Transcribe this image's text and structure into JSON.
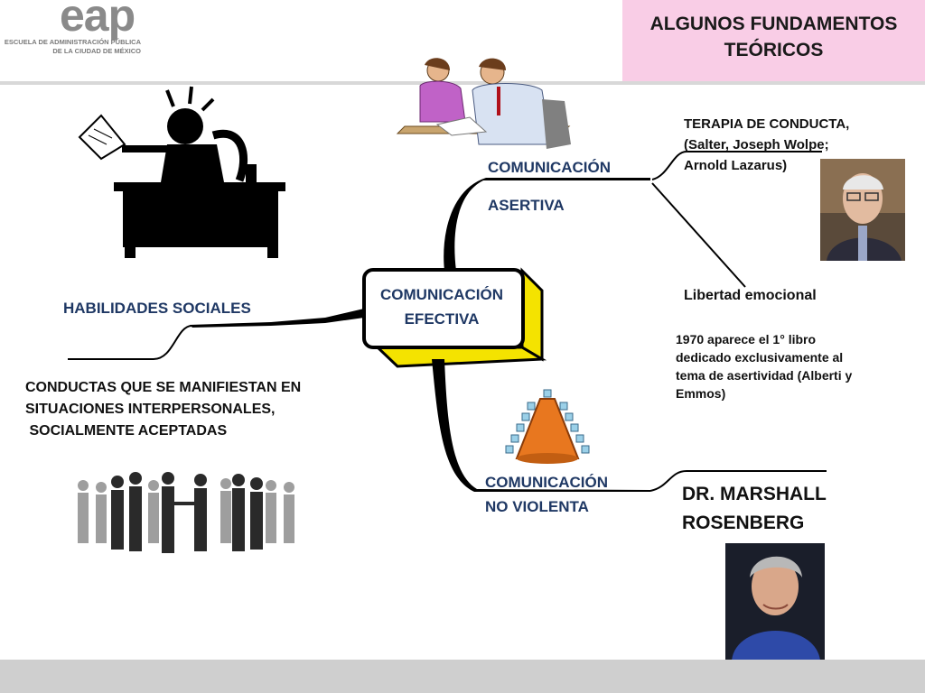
{
  "logo": {
    "name": "eap",
    "line1": "ESCUELA DE ADMINISTRACIÓN PÚBLICA",
    "line2": "DE LA CIUDAD DE MÉXICO"
  },
  "title": {
    "line1": "ALGUNOS FUNDAMENTOS",
    "line2": "TEÓRICOS"
  },
  "center_node": {
    "line1": "COMUNICACIÓN",
    "line2": "EFECTIVA"
  },
  "branches": {
    "asertiva": {
      "label_line1": "COMUNICACIÓN",
      "label_line2": "ASERTIVA",
      "terapia": {
        "line1": "TERAPIA DE CONDUCTA,",
        "line2": "(Salter, Joseph Wolpe;",
        "line3": "Arnold Lazarus)"
      },
      "libertad": "Libertad emocional",
      "libro": {
        "line1": "1970 aparece el 1° libro",
        "line2": "dedicado exclusivamente al",
        "line3": "tema de asertividad (Alberti y",
        "line4": "Emmos)"
      }
    },
    "no_violenta": {
      "label_line1": "COMUNICACIÓN",
      "label_line2": "NO VIOLENTA",
      "author_line1": "DR. MARSHALL",
      "author_line2": "ROSENBERG"
    },
    "habilidades": {
      "label": "HABILIDADES SOCIALES",
      "desc_line1": "CONDUCTAS QUE SE MANIFIESTAN EN",
      "desc_line2": "SITUACIONES INTERPERSONALES,",
      "desc_line3": " SOCIALMENTE ACEPTADAS"
    }
  },
  "colors": {
    "title_bg": "#f9cde6",
    "label_blue": "#1f3864",
    "node_yellow": "#f4e300",
    "footer": "#cfcfcf"
  }
}
